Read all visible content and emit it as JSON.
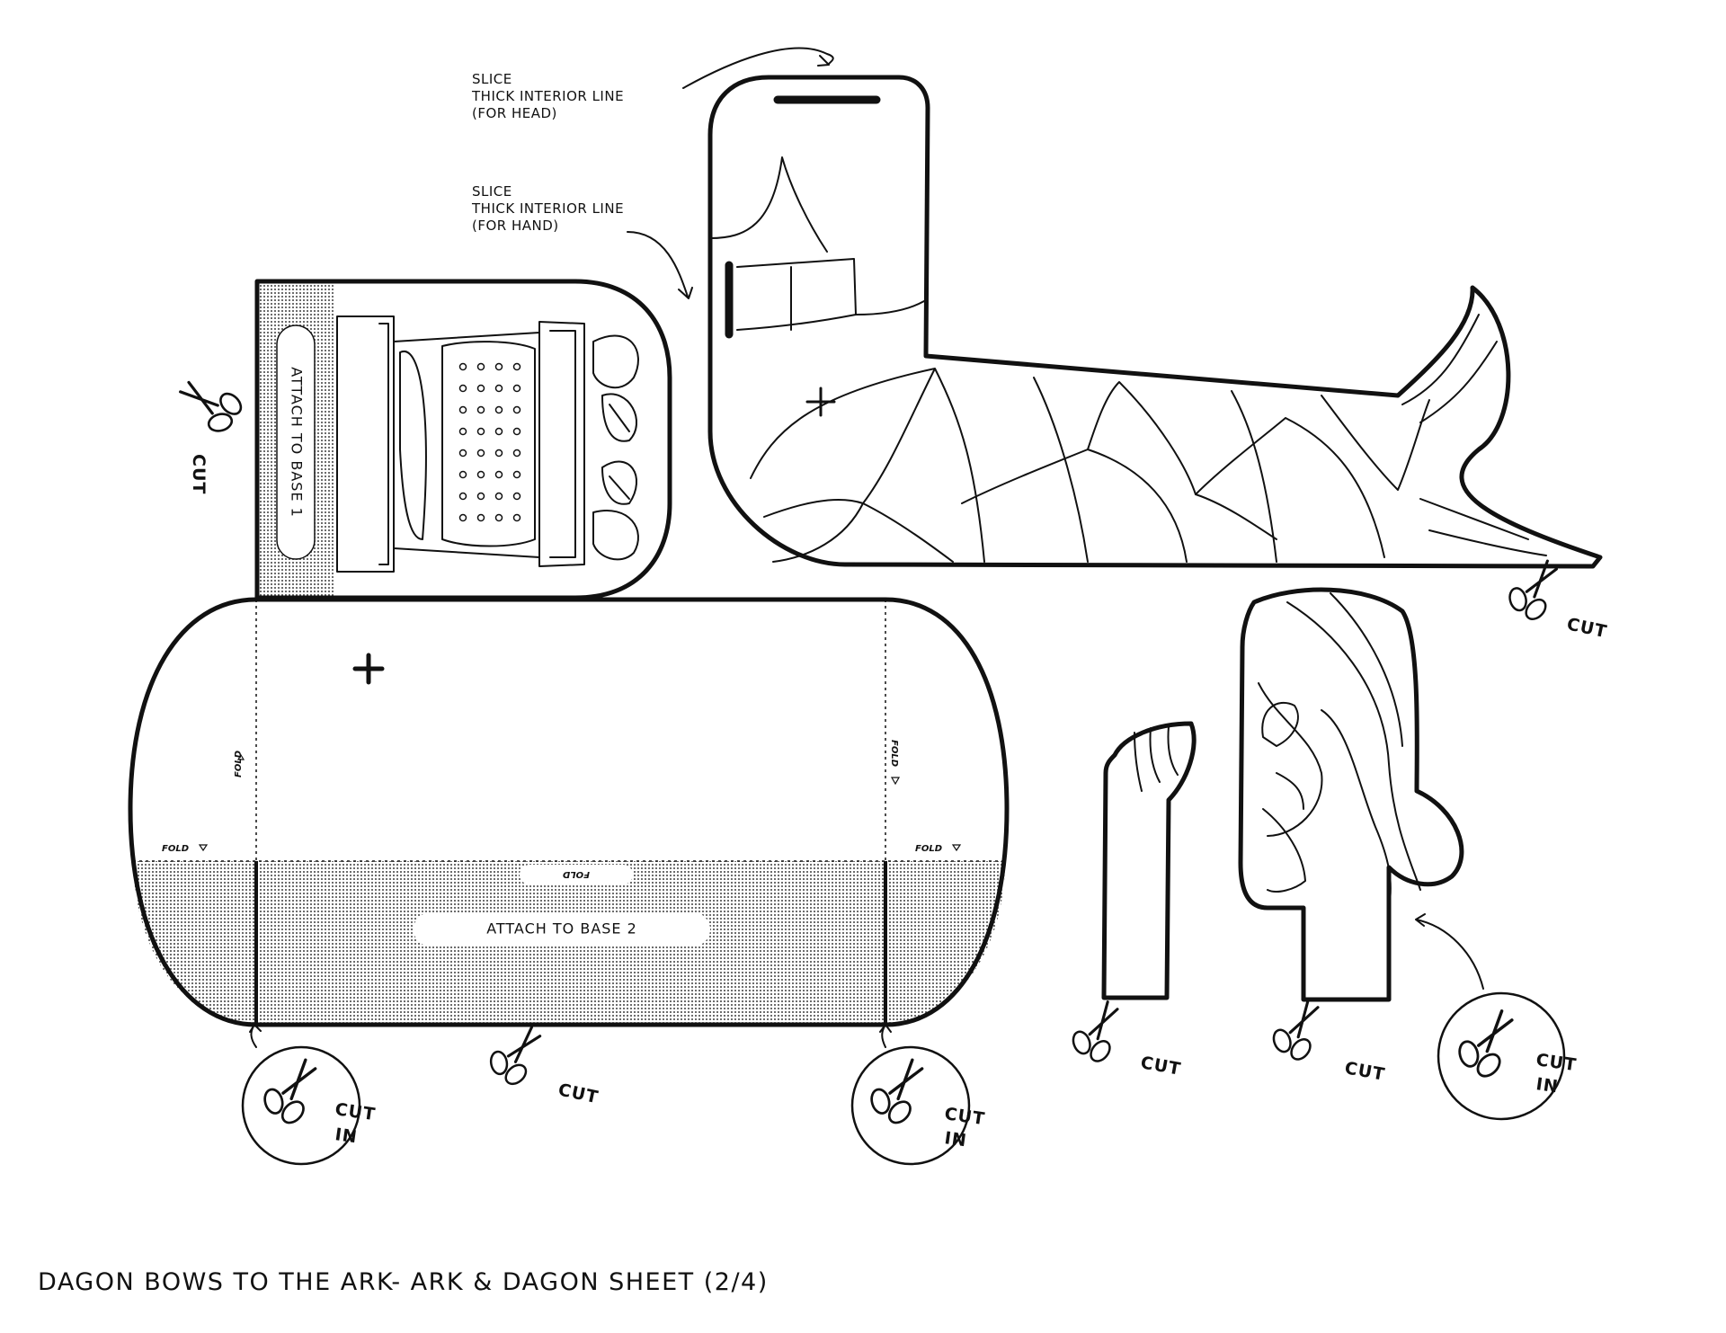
{
  "sheet": {
    "title": "DAGON BOWS TO THE ARK- ARK & DAGON SHEET (2/4)",
    "notes": {
      "head_slice": [
        "SLICE",
        "THICK INTERIOR LINE",
        "(FOR HEAD)"
      ],
      "hand_slice": [
        "SLICE",
        "THICK INTERIOR LINE",
        "(FOR HAND)"
      ]
    },
    "attach_base_1": "ATTACH TO BASE 1",
    "attach_base_2": "ATTACH TO BASE 2",
    "fold_label": "FOLD",
    "cut_label": "CUT",
    "cut_in_line1": "CUT",
    "cut_in_line2": "IN",
    "colors": {
      "ink": "#111111",
      "paper": "#ffffff",
      "tint": "#cfcfcf"
    },
    "icons": [
      "scissors-icon",
      "fold-arrow-icon",
      "plus-mark-icon"
    ]
  }
}
